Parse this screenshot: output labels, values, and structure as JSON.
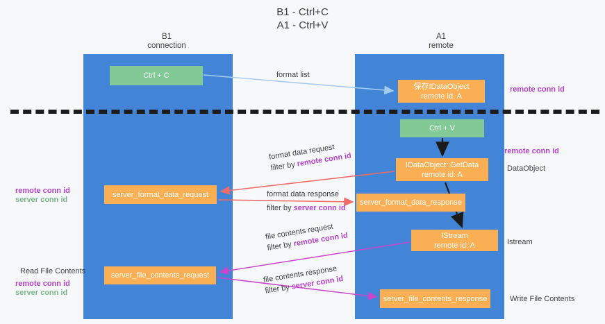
{
  "title": "B1 - Ctrl+C\nA1 - Ctrl+V",
  "columns": {
    "left": {
      "header": "B1\nconnection"
    },
    "right": {
      "header": "A1\nremote"
    }
  },
  "boxes": {
    "ctrl_c": "Ctrl + C",
    "idataobject": "保存IDataObject\nremote id: A",
    "ctrl_v": "Ctrl + V",
    "getdata": "IDataObject::GetData\nremote id: A",
    "server_format_data_request": "server_format_data_request",
    "server_format_data_response": "server_format_data_response",
    "istream": "IStream\nremote id: A",
    "server_file_contents_request": "server_file_contents_request",
    "server_file_contents_response": "server_file_contents_response"
  },
  "edge_labels": {
    "format_list": "format list",
    "format_data_request": {
      "line1": "format data request",
      "line2_prefix": "filter by ",
      "line2_highlight": "remote conn id"
    },
    "format_data_response": {
      "line1": "format data response",
      "line2_prefix": "filter by ",
      "line2_highlight": "server conn id"
    },
    "file_contents_request": {
      "line1": "file contents request",
      "line2_prefix": "filter by ",
      "line2_highlight": "remote conn id"
    },
    "file_contents_response": {
      "line1": "file contents response",
      "line2_prefix": "filter by ",
      "line2_highlight": "server conn id"
    }
  },
  "annotations": {
    "right_remote_conn_id_top": "remote conn id",
    "right_remote_conn_id_mid": "remote conn id",
    "dataobject": "DataObject",
    "istream": "Istream",
    "write_file_contents": "Write File Contents",
    "left_remote_conn_id_1": "remote conn id",
    "left_server_conn_id_1": "server conn id",
    "read_file_contents": "Read File Contents",
    "left_remote_conn_id_2": "remote conn id",
    "left_server_conn_id_2": "server conn id"
  },
  "colors": {
    "lane": "#4285d6",
    "green_box": "#81c995",
    "orange_box": "#fbaf54",
    "arrow_blue": "#a6cdef",
    "arrow_red": "#ef6c68",
    "arrow_magenta": "#cc44cc",
    "arrow_black": "#1b1b1b",
    "remote_conn_id": "#b344c9",
    "server_conn_id": "#7cba8e",
    "background": "#f7f8f9"
  }
}
